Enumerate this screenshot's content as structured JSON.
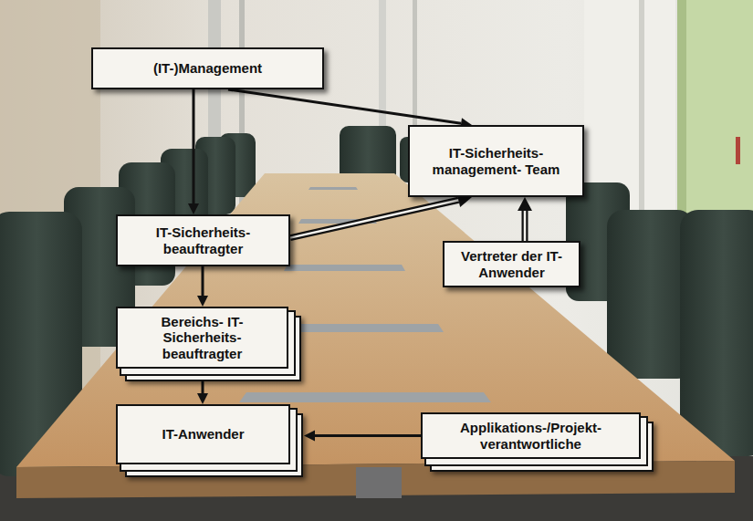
{
  "diagram": {
    "nodes": [
      {
        "text": [
          "(IT-)Management"
        ]
      },
      {
        "text": [
          "IT-Sicherheits- management- Team"
        ]
      },
      {
        "text": [
          "IT-Sicherheits- beauftragter"
        ]
      },
      {
        "text": [
          "Vertreter der IT-Anwender"
        ]
      },
      {
        "text": [
          "Bereichs- IT-Sicherheits- beauftragter"
        ]
      },
      {
        "text": [
          "IT-Anwender"
        ]
      },
      {
        "text": [
          "Applikations-/Projekt- verantwortliche"
        ]
      }
    ],
    "edges": [
      {
        "from": 0,
        "to": 2,
        "arrow": "to"
      },
      {
        "from": 0,
        "to": 1,
        "arrow": "to"
      },
      {
        "from": 2,
        "to": 1,
        "arrow": "to"
      },
      {
        "from": 3,
        "to": 1,
        "arrow": "to"
      },
      {
        "from": 2,
        "to": 4,
        "arrow": "to"
      },
      {
        "from": 4,
        "to": 5,
        "arrow": "to"
      },
      {
        "from": 6,
        "to": 5,
        "arrow": "to"
      }
    ]
  }
}
